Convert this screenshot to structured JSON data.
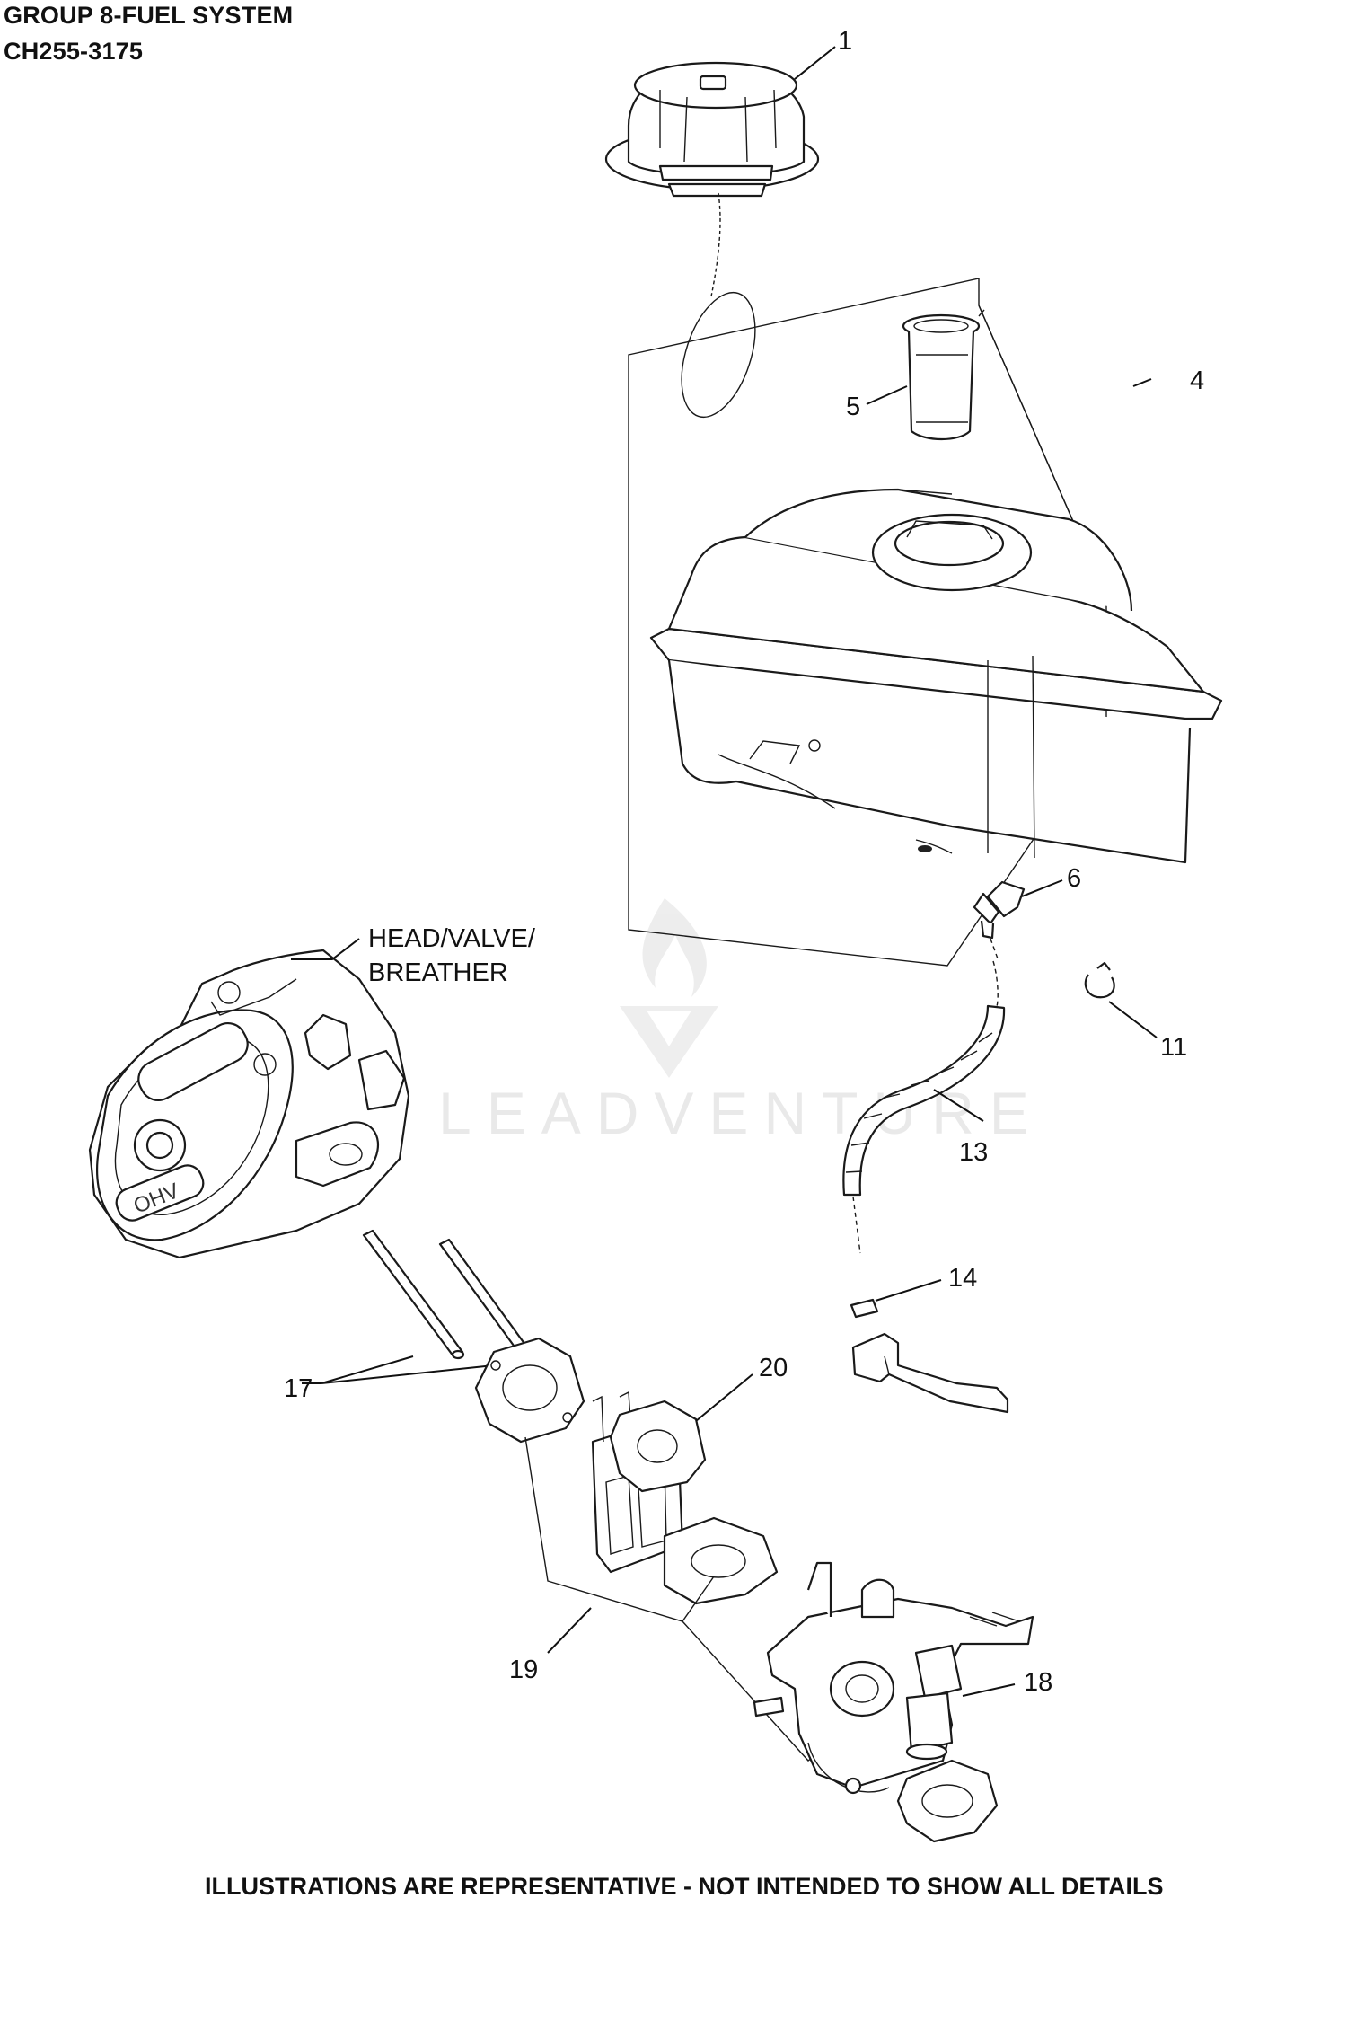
{
  "header": {
    "group_title": "GROUP 8-FUEL SYSTEM",
    "model_code": "CH255-3175"
  },
  "callouts": {
    "c1": "1",
    "c4": "4",
    "c5": "5",
    "c6": "6",
    "c11": "11",
    "c13": "13",
    "c14": "14",
    "c17": "17",
    "c18": "18",
    "c19": "19",
    "c20": "20"
  },
  "labels": {
    "head_line1": "HEAD/VALVE/",
    "head_line2": "BREATHER"
  },
  "watermark": {
    "text": "LEADVENTURE"
  },
  "footer": {
    "note": "ILLUSTRATIONS ARE REPRESENTATIVE - NOT INTENDED TO SHOW ALL DETAILS"
  }
}
